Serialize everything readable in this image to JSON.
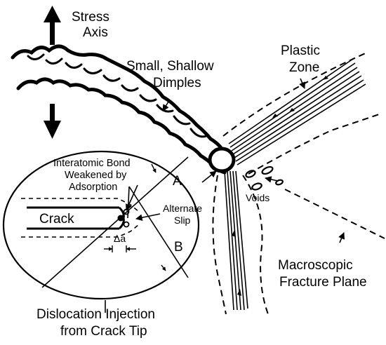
{
  "labels": {
    "stress_axis": [
      "Stress",
      "Axis"
    ],
    "dimples": [
      "Small, Shallow",
      "Dimples"
    ],
    "plastic_zone": [
      "Plastic",
      "Zone"
    ],
    "interatomic_bond": [
      "Interatomic Bond",
      "Weakened by",
      "Adsorption"
    ],
    "plane_a": "A",
    "plane_b": "B",
    "crack": "Crack",
    "alternate_slip": [
      "Alternate",
      "Slip"
    ],
    "delta_a": "Δa",
    "voids": "Voids",
    "dislocation_injection": [
      "Dislocation Injection",
      "from Crack Tip"
    ],
    "macroscopic_fracture_plane": [
      "Macroscopic",
      "Fracture Plane"
    ]
  },
  "icons": [
    "stress-arrow-up-icon",
    "stress-arrow-down-icon",
    "crack-tip-magnified-icon",
    "void-icon"
  ]
}
